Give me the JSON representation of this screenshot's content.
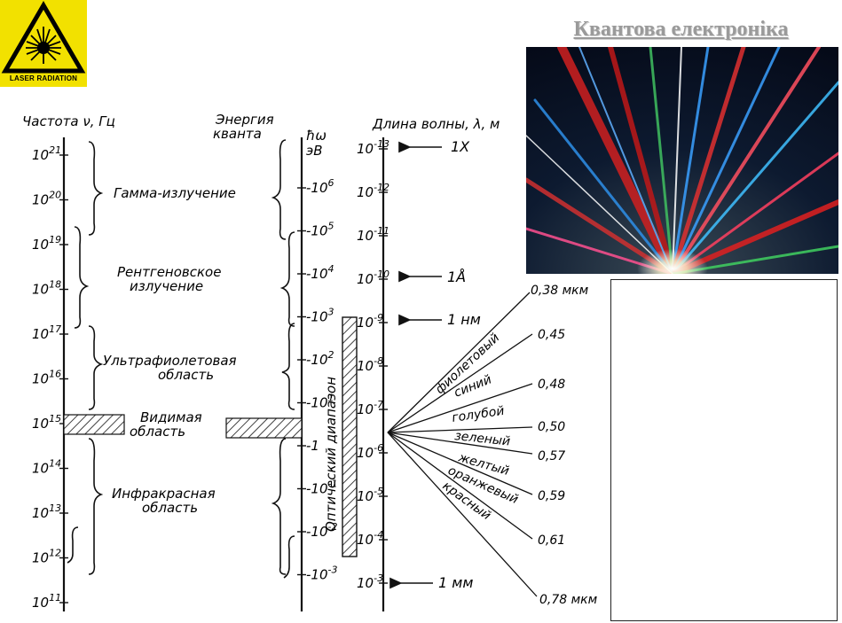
{
  "title": "Квантова електроніка",
  "laser_sign": {
    "caption": "LASER RADIATION",
    "icon": "laser-warning-icon",
    "colors": {
      "background": "#f2e100",
      "symbol": "#000000"
    }
  },
  "photo": {
    "icon": "laser-beams-photo",
    "colors": {
      "background": "#0b1a33",
      "beams": [
        "#e02020",
        "#3aa0ff",
        "#ffffff",
        "#40d060",
        "#ff60a0"
      ]
    }
  },
  "scales": {
    "frequency": {
      "header": "Частота  ν, Гц",
      "ticks": [
        {
          "base": "10",
          "exp": "21"
        },
        {
          "base": "10",
          "exp": "20"
        },
        {
          "base": "10",
          "exp": "19"
        },
        {
          "base": "10",
          "exp": "18"
        },
        {
          "base": "10",
          "exp": "17"
        },
        {
          "base": "10",
          "exp": "16"
        },
        {
          "base": "10",
          "exp": "15"
        },
        {
          "base": "10",
          "exp": "14"
        },
        {
          "base": "10",
          "exp": "13"
        },
        {
          "base": "10",
          "exp": "12"
        },
        {
          "base": "10",
          "exp": "11"
        }
      ]
    },
    "energy": {
      "header_line1": "Энергия",
      "header_line2": "кванта",
      "unit_line1": "ħω",
      "unit_line2": "эВ",
      "ticks": [
        {
          "base": "10",
          "exp": "6"
        },
        {
          "base": "10",
          "exp": "5"
        },
        {
          "base": "10",
          "exp": "4"
        },
        {
          "base": "10",
          "exp": "3"
        },
        {
          "base": "10",
          "exp": "2"
        },
        {
          "base": "10",
          "exp": "1"
        },
        {
          "base": "1",
          "exp": ""
        },
        {
          "base": "10",
          "exp": "-1"
        },
        {
          "base": "10",
          "exp": "-2"
        },
        {
          "base": "10",
          "exp": "-3"
        }
      ]
    },
    "wavelength": {
      "header": "Длина волны, λ, м",
      "ticks": [
        {
          "base": "10",
          "exp": "-13"
        },
        {
          "base": "10",
          "exp": "-12"
        },
        {
          "base": "10",
          "exp": "-11"
        },
        {
          "base": "10",
          "exp": "-10"
        },
        {
          "base": "10",
          "exp": "-9"
        },
        {
          "base": "10",
          "exp": "-8"
        },
        {
          "base": "10",
          "exp": "-7"
        },
        {
          "base": "10",
          "exp": "-6"
        },
        {
          "base": "10",
          "exp": "-5"
        },
        {
          "base": "10",
          "exp": "-4"
        },
        {
          "base": "10",
          "exp": "-3"
        }
      ]
    }
  },
  "regions": [
    {
      "line1": "Гамма-излучение",
      "line2": ""
    },
    {
      "line1": "Рентгеновское",
      "line2": "излучение"
    },
    {
      "line1": "Ультрафиолетовая",
      "line2": "область"
    },
    {
      "line1": "Видимая",
      "line2": "область"
    },
    {
      "line1": "Инфракрасная",
      "line2": "область"
    }
  ],
  "optical_band": {
    "label": "Оптический  диапазон"
  },
  "markers": [
    {
      "label": "1X"
    },
    {
      "label": "1Å"
    },
    {
      "label": "1 нм"
    },
    {
      "label": "1 мм"
    }
  ],
  "colors": [
    {
      "name": "фиолетовый"
    },
    {
      "name": "синий"
    },
    {
      "name": "голубой"
    },
    {
      "name": "зеленый"
    },
    {
      "name": "желтый"
    },
    {
      "name": "оранжевый"
    },
    {
      "name": "красный"
    }
  ],
  "wavelength_values": [
    "0,38 мкм",
    "0,45",
    "0,48",
    "0,50",
    "0,57",
    "0,59",
    "0,61",
    "0,78 мкм"
  ],
  "info_box": {
    "text": ""
  }
}
